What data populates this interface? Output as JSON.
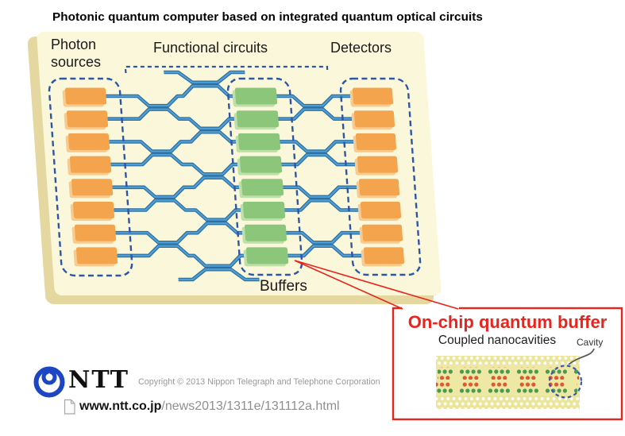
{
  "title": "Photonic quantum computer based on integrated quantum optical circuits",
  "chip": {
    "rows": 8,
    "labels": {
      "photon_sources": "Photon sources",
      "functional_circuits": "Functional circuits",
      "detectors": "Detectors",
      "buffers": "Buffers"
    }
  },
  "callout": {
    "title": "On-chip quantum buffer",
    "subtitle": "Coupled nanocavities",
    "cavity_label": "Cavity",
    "cavity_circle_icon": "dashed-circle-highlight"
  },
  "footer": {
    "logo_icon": "ntt-dynamic-loop-icon",
    "logo_text": "NTT",
    "copyright": "Copyright © 2013 Nippon Telegraph and Telephone Corporation",
    "link_icon": "document-icon",
    "link_bold": "www.ntt.co.jp",
    "link_rest": "/news2013/1311e/131112a.html"
  },
  "colors": {
    "accent_red": "#e8241c",
    "ntt_blue": "#1c46c2",
    "chip_face": "#faf7da",
    "chip_edge": "#e4d7a0",
    "waveguide_blue": "#4e9dd3",
    "waveguide_edge_blue": "#2f6fa0",
    "dashed_outline_blue": "#2d55a8",
    "source_orange": "#f4a44d",
    "source_orange_light": "#f8ca8e",
    "buffer_green": "#8cc67b",
    "buffer_green_light": "#bfdfa9",
    "nanocavity_bg": "#eae59b",
    "nano_green_dot": "#4a9a52",
    "nano_red_dot": "#dc5a33"
  }
}
